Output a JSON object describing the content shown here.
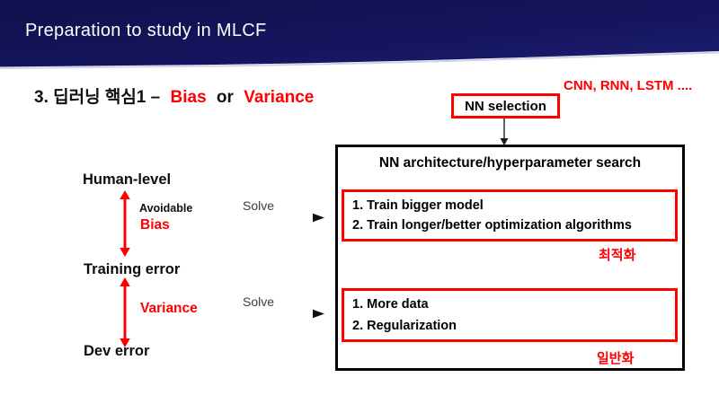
{
  "header": {
    "title": "Preparation to study in MLCF"
  },
  "title": {
    "prefix": "3. 딥러닝 핵심1 –",
    "bias": "Bias",
    "or": "or",
    "variance": "Variance"
  },
  "note_top_right": "CNN, RNN, LSTM ....",
  "nn_selection_label": "NN selection",
  "search_panel": {
    "title": "NN architecture/hyperparameter search",
    "optimization": {
      "items": [
        "1. Train bigger model",
        "2. Train longer/better optimization algorithms"
      ],
      "caption": "최적화"
    },
    "generalization": {
      "items": [
        "1. More data",
        "2. Regularization"
      ],
      "caption": "일반화"
    }
  },
  "error_levels": {
    "human": "Human-level",
    "training": "Training error",
    "dev": "Dev error"
  },
  "gap_labels": {
    "avoidable": "Avoidable",
    "bias": "Bias",
    "variance": "Variance"
  },
  "solve_label": "Solve",
  "colors": {
    "accent_red": "#ff0000",
    "header_navy": "#14145f",
    "box_border_black": "#000000",
    "arrow_gray": "#595959"
  }
}
